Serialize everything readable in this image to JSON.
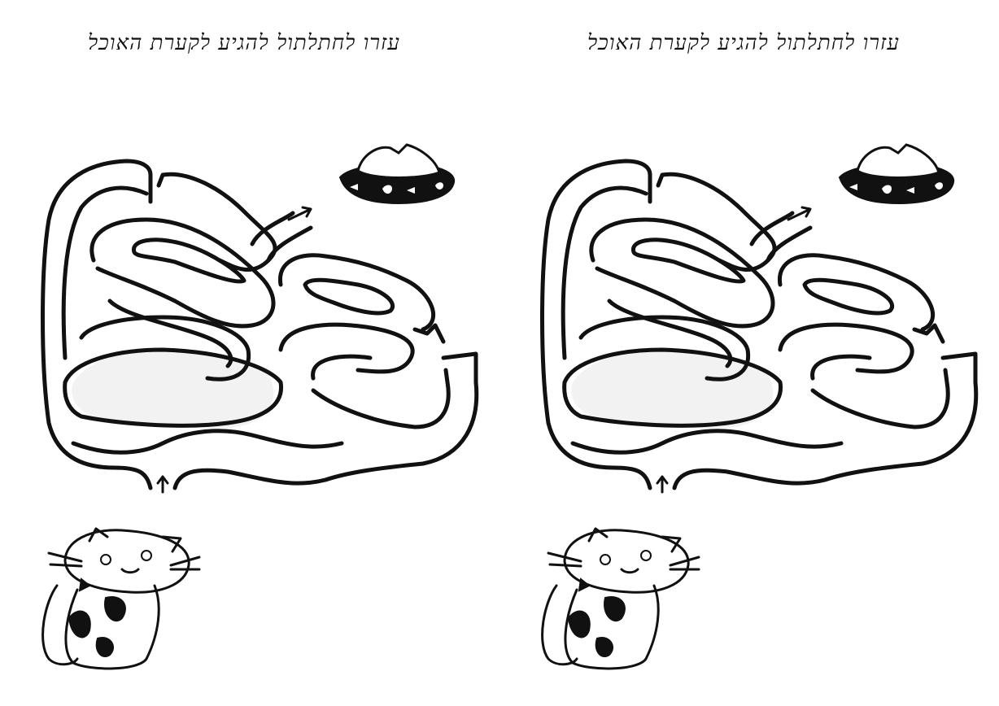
{
  "worksheets": [
    {
      "id": "left",
      "instruction": "עזרו לחתלתול להגיע לקערת האוכל"
    },
    {
      "id": "right",
      "instruction": "עזרו לחתלתול להגיע לקערת האוכל"
    }
  ],
  "icons": {
    "goal": "food-bowl-icon",
    "player": "kitten-icon",
    "start_marker": "up-arrow-icon",
    "exit_marker": "diagonal-arrow-icon"
  },
  "colors": {
    "ink": "#111111",
    "paper": "#ffffff"
  }
}
